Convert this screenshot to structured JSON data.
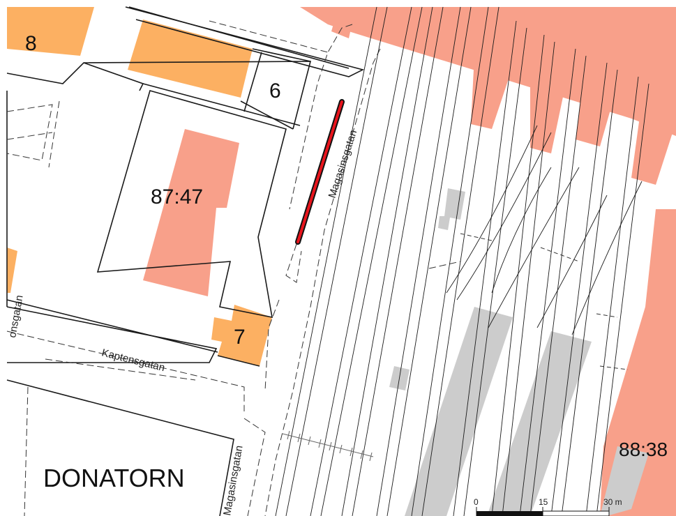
{
  "colors": {
    "background": "#ffffff",
    "building_salmon": "#f8a08a",
    "building_orange": "#fcb062",
    "building_grey": "#cccccc",
    "line": "#1a1a1a",
    "highlight_red": "#e8141c"
  },
  "plots": {
    "p8": "8",
    "p6": "6",
    "p87_47": "87:47",
    "p7": "7",
    "p88_38": "88:38",
    "donatorn": "DONATORN"
  },
  "streets": {
    "magasinsgatan_upper": "Magasinsgatan",
    "magasinsgatan_lower": "Magasinsgatan",
    "kaptensgatan": "Kaptensgatan",
    "left_street": "onsgatan"
  },
  "scale_bar": {
    "tick_0": "0",
    "tick_15": "15",
    "tick_30": "30 m"
  }
}
